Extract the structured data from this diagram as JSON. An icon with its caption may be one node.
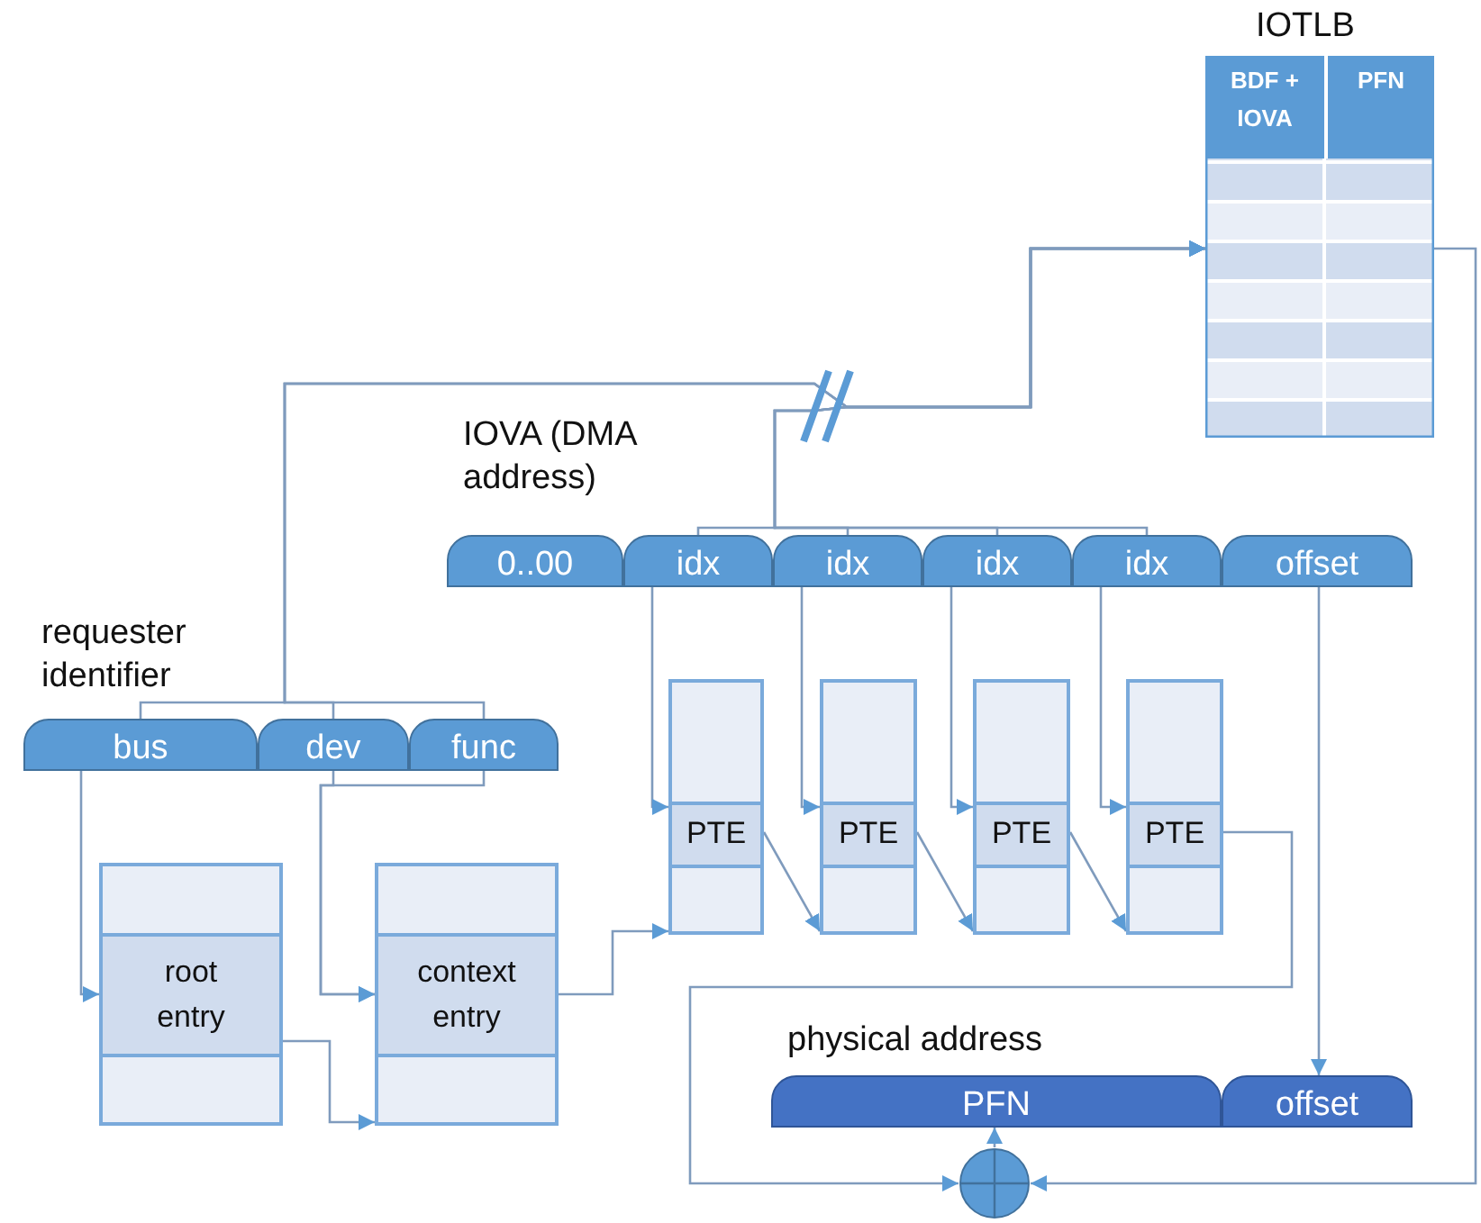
{
  "diagram": {
    "nodes": [
      {
        "text": [
          "IOTLB",
          "BDF + IOVA",
          "PFN"
        ]
      },
      {
        "text": [
          "0..00"
        ]
      },
      {
        "text": [
          "idx"
        ]
      },
      {
        "text": [
          "idx"
        ]
      },
      {
        "text": [
          "idx"
        ]
      },
      {
        "text": [
          "idx"
        ]
      },
      {
        "text": [
          "offset"
        ]
      },
      {
        "text": [
          "bus"
        ]
      },
      {
        "text": [
          "dev"
        ]
      },
      {
        "text": [
          "func"
        ]
      },
      {
        "text": [
          "root entry"
        ]
      },
      {
        "text": [
          "context entry"
        ]
      },
      {
        "text": [
          "PTE"
        ]
      },
      {
        "text": [
          "PTE"
        ]
      },
      {
        "text": [
          "PTE"
        ]
      },
      {
        "text": [
          "PTE"
        ]
      },
      {
        "text": [
          "PFN"
        ]
      },
      {
        "text": [
          "offset"
        ]
      },
      {
        "text": [],
        "shape": "circle"
      }
    ],
    "edges": [
      {
        "from": 7,
        "to": 10,
        "arrow": "to"
      },
      {
        "from": 8,
        "to": 11,
        "arrow": "to"
      },
      {
        "from": 9,
        "to": 11,
        "arrow": "to"
      },
      {
        "from": 10,
        "to": 11,
        "arrow": "to"
      },
      {
        "from": 11,
        "to": 12,
        "arrow": "to"
      },
      {
        "from": 2,
        "to": 12,
        "arrow": "to"
      },
      {
        "from": 3,
        "to": 13,
        "arrow": "to"
      },
      {
        "from": 4,
        "to": 14,
        "arrow": "to"
      },
      {
        "from": 5,
        "to": 15,
        "arrow": "to"
      },
      {
        "from": 12,
        "to": 13,
        "arrow": "to"
      },
      {
        "from": 13,
        "to": 14,
        "arrow": "to"
      },
      {
        "from": 14,
        "to": 15,
        "arrow": "to"
      },
      {
        "from": 15,
        "to": 18,
        "arrow": "to"
      },
      {
        "from": 0,
        "to": 18,
        "arrow": "to"
      },
      {
        "from": 18,
        "to": 16,
        "arrow": "to"
      },
      {
        "from": 6,
        "to": 17,
        "arrow": "to"
      },
      {
        "from": 7,
        "to": 0,
        "arrow": "to"
      },
      {
        "from": 8,
        "to": 0,
        "arrow": "to"
      },
      {
        "from": 9,
        "to": 0,
        "arrow": "to"
      },
      {
        "from": 2,
        "to": 0,
        "arrow": "to"
      },
      {
        "from": 3,
        "to": 0,
        "arrow": "to"
      },
      {
        "from": 4,
        "to": 0,
        "arrow": "to"
      },
      {
        "from": 5,
        "to": 0,
        "arrow": "to"
      }
    ],
    "labels": [
      "IOVA (DMA address)",
      "requester identifier",
      "physical address"
    ]
  }
}
